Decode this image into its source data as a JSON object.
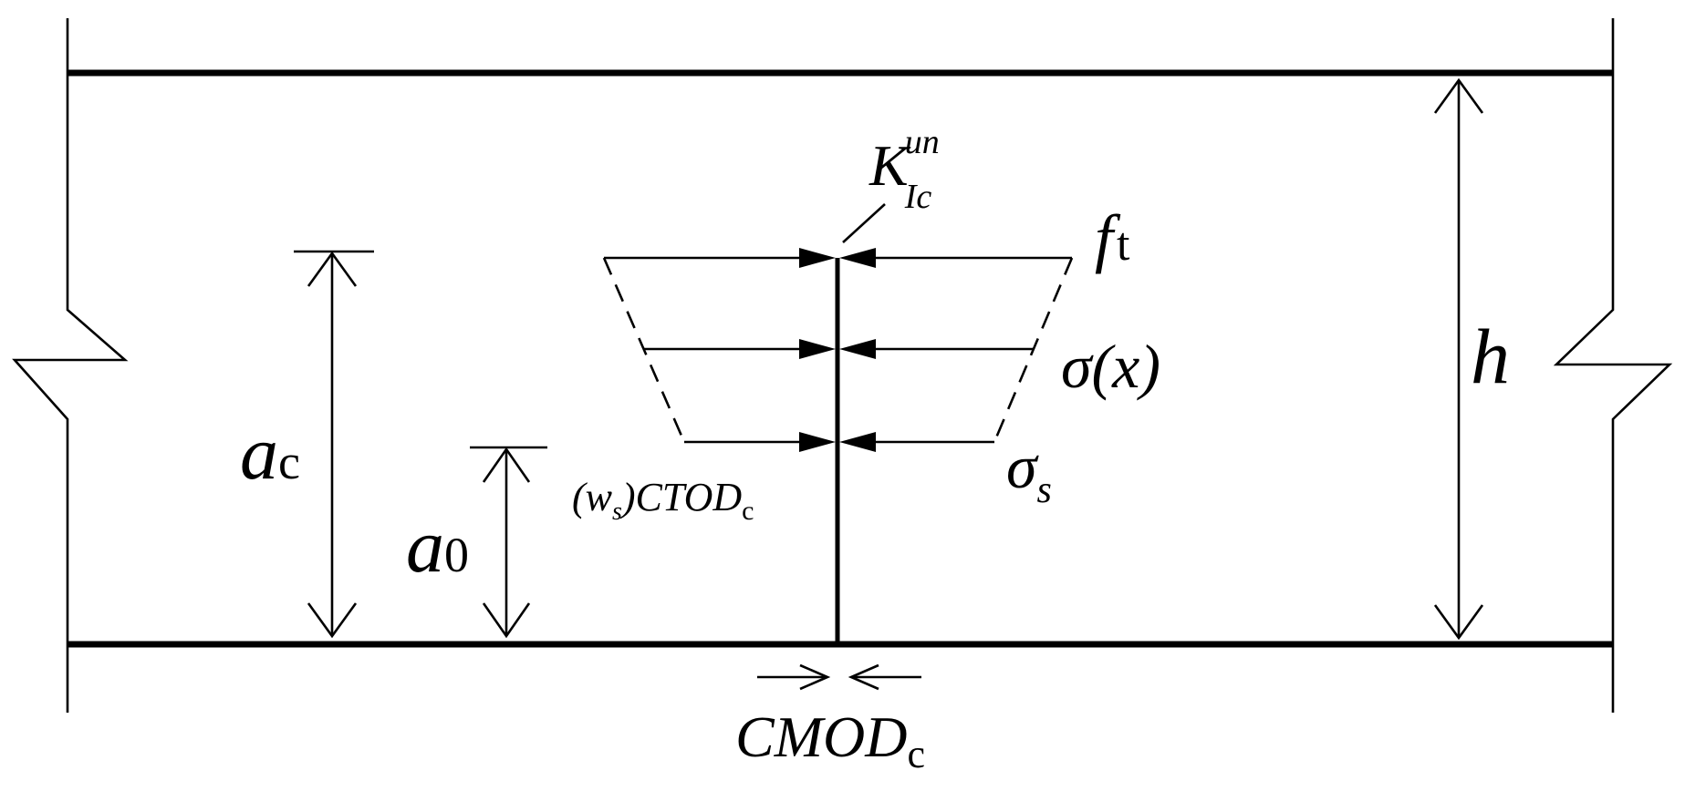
{
  "labels": {
    "fracture_toughness": {
      "main": "K",
      "superscript": "un",
      "subscript": "Ic"
    },
    "tensile_strength": {
      "main": "f",
      "subscript": "t"
    },
    "stress_function": "σ(x)",
    "softening_stress": {
      "main": "σ",
      "subscript": "s"
    },
    "crack_tip_opening": {
      "prefix": "(w",
      "prefix_subscript": "s",
      "middle": ")CTOD",
      "subscript": "c"
    },
    "critical_crack_length": {
      "main": "a",
      "subscript": "c"
    },
    "initial_crack_length": {
      "main": "a",
      "subscript": "0"
    },
    "beam_height": "h",
    "crack_mouth_opening": {
      "main": "CMOD",
      "subscript": "c"
    }
  }
}
